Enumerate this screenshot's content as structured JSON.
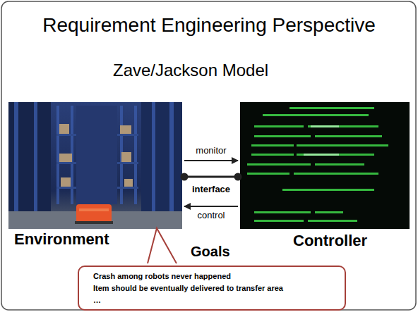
{
  "diagram": {
    "title": "Requirement Engineering Perspective",
    "nodes": [
      {
        "text": [
          "Environment"
        ]
      },
      {
        "text": [
          "Controller"
        ]
      },
      {
        "text": [
          "Goals",
          "Crash among robots never happened",
          "Item should be eventually delivered to transfer area",
          "…"
        ]
      }
    ],
    "edges": [
      {
        "from": 0,
        "to": 1,
        "label": "monitor",
        "arrow": "to"
      },
      {
        "from": 0,
        "to": 1,
        "label": "interface",
        "arrow": "none"
      },
      {
        "from": 1,
        "to": 0,
        "label": "control",
        "arrow": "to"
      }
    ],
    "labels": [
      "Zave/Jackson Model"
    ]
  }
}
